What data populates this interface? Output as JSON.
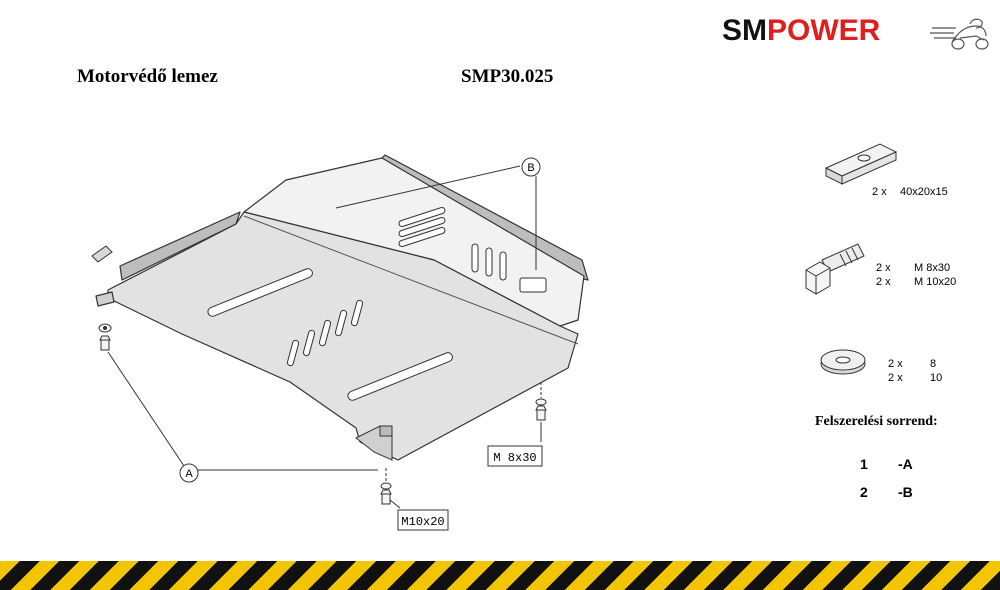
{
  "logo": {
    "part1": "SM",
    "part2": "POWER",
    "accent_color": "#e11e1e"
  },
  "header": {
    "title": "Motorvédő lemez",
    "code": "SMP30.025"
  },
  "diagram": {
    "callout_a": "A",
    "callout_b": "B",
    "bolt_label_1": "M 8x30",
    "bolt_label_2": "M10x20"
  },
  "parts": [
    {
      "qty": "2 x",
      "spec": "40x20x15",
      "icon": "spacer-plate-icon"
    },
    {
      "qty": [
        "2 x",
        "2 x"
      ],
      "spec": [
        "M 8x30",
        "M 10x20"
      ],
      "icon": "bolt-icon"
    },
    {
      "qty": [
        "2 x",
        "2 x"
      ],
      "spec": [
        "8",
        "10"
      ],
      "icon": "washer-icon"
    }
  ],
  "install_order": {
    "title": "Felszerelési sorrend:",
    "steps": [
      {
        "num": "1",
        "label": "-A"
      },
      {
        "num": "2",
        "label": "-B"
      }
    ]
  },
  "colors": {
    "stripe_yellow": "#f2c500",
    "stripe_black": "#111111"
  }
}
